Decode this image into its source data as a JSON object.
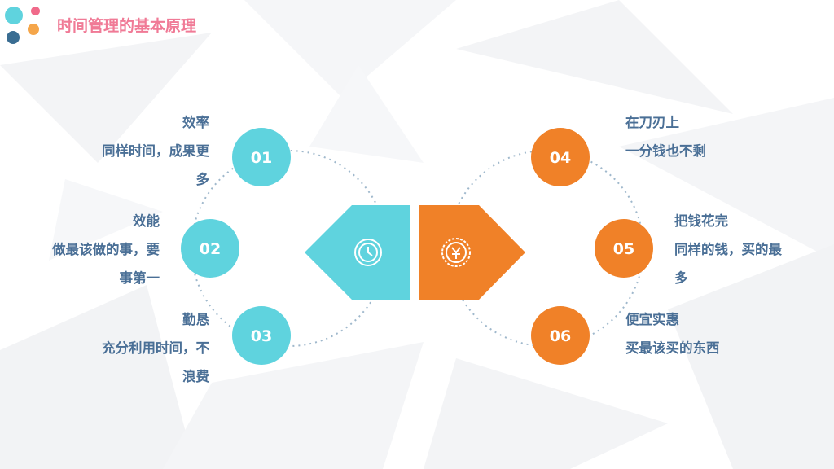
{
  "title": "时间管理的基本原理",
  "colors": {
    "teal": "#5fd3de",
    "orange": "#f08128",
    "title_pink": "#f07a96",
    "text_blue": "#4a6f96",
    "dot_pink": "#f06a8a",
    "dot_teal": "#5fd3de",
    "dot_orange": "#f5a64a",
    "dot_navy": "#3a6d92"
  },
  "center": {
    "left_icon": "clock-icon",
    "right_icon": "yen-coin-icon"
  },
  "items": [
    {
      "num": "01",
      "heading": "效率",
      "lines": [
        "同样时间，成果更",
        "多"
      ]
    },
    {
      "num": "02",
      "heading": "效能",
      "lines": [
        "做最该做的事，要",
        "事第一"
      ]
    },
    {
      "num": "03",
      "heading": "勤恳",
      "lines": [
        "充分利用时间，不",
        "浪费"
      ]
    },
    {
      "num": "04",
      "heading": "在刀刃上",
      "lines": [
        "一分钱也不剩"
      ]
    },
    {
      "num": "05",
      "heading": "把钱花完",
      "lines": [
        "同样的钱，买的最",
        "多"
      ]
    },
    {
      "num": "06",
      "heading": "便宜实惠",
      "lines": [
        "买最该买的东西"
      ]
    }
  ]
}
